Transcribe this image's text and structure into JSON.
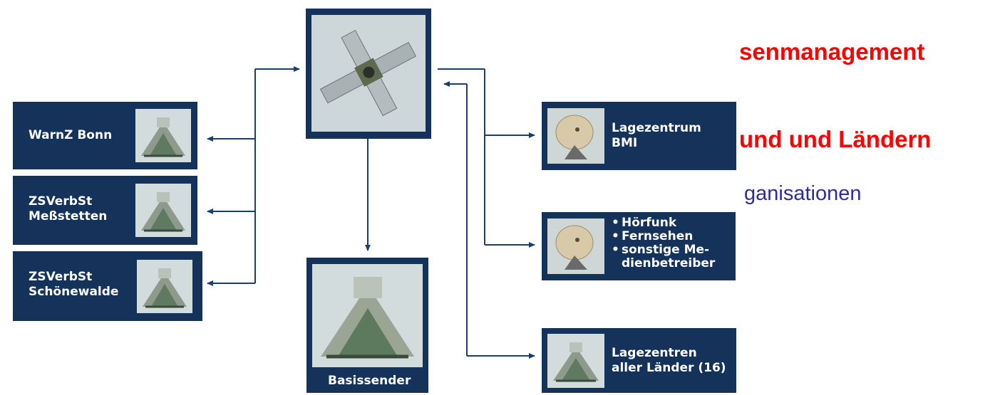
{
  "slide": {
    "title_line1": "senmanagement",
    "title_line2": "und und Ländern",
    "subtitle": "ganisationen"
  },
  "nodes": {
    "warnz": {
      "label": "WarnZ Bonn"
    },
    "zs1": {
      "label": "ZSVerbSt\nMeßstetten"
    },
    "zs2": {
      "label": "ZSVerbSt\nSchönewalde"
    },
    "satellite": {
      "icon": "satellite-icon"
    },
    "basis": {
      "label": "Basissender",
      "icon": "building-icon"
    },
    "bmi": {
      "label": "Lagezentrum\nBMI",
      "icon": "satellite-dish-icon"
    },
    "media": {
      "items": [
        "Hörfunk",
        "Fernsehen",
        "sonstige Me-\ndienbetreiber"
      ],
      "icon": "satellite-dish-icon"
    },
    "laender": {
      "label": "Lagezentren\naller Länder (16)",
      "icon": "building-icon"
    }
  },
  "colors": {
    "box": "#14325a",
    "arrow": "#1c3e6e",
    "title": "#ff0000",
    "subtitle": "#2d2d9a"
  }
}
